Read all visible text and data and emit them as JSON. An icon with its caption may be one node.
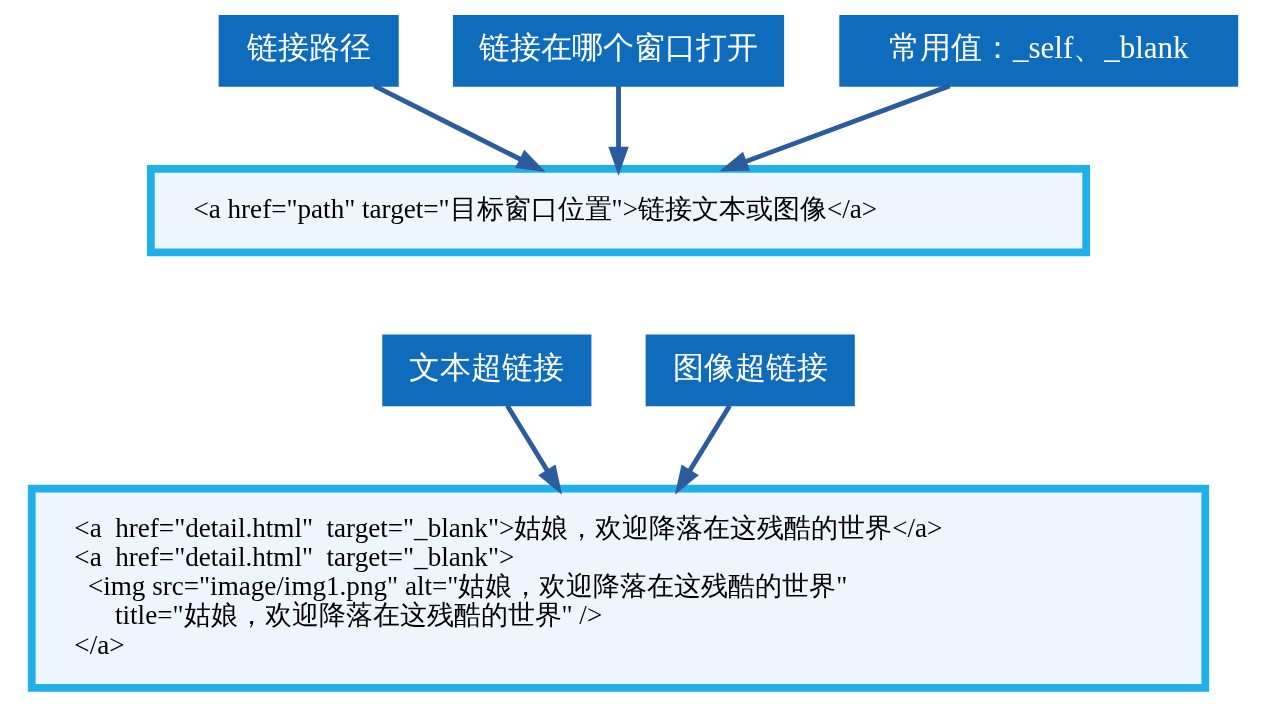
{
  "diagram": {
    "nodes": [
      {
        "text": [
          "链接路径"
        ]
      },
      {
        "text": [
          "链接在哪个窗口打开"
        ]
      },
      {
        "text": [
          "常用值：_self、_blank"
        ]
      },
      {
        "text": [
          "<a href=\"path\" target=\"目标窗口位置\">链接文本或图像</a>"
        ]
      },
      {
        "text": [
          "文本超链接"
        ]
      },
      {
        "text": [
          "图像超链接"
        ]
      },
      {
        "text": [
          "<a  href=\"detail.html\"  target=\"_blank\">姑娘，欢迎降落在这残酷的世界</a>",
          "<a  href=\"detail.html\"  target=\"_blank\">",
          "<img src=\"image/img1.png\" alt=\"姑娘，欢迎降落在这残酷的世界\"",
          "title=\"姑娘，欢迎降落在这残酷的世界\" />",
          "</a>"
        ]
      }
    ],
    "edges": [
      {
        "from": 0,
        "to": 3,
        "arrow": "to"
      },
      {
        "from": 1,
        "to": 3,
        "arrow": "to"
      },
      {
        "from": 2,
        "to": 3,
        "arrow": "to"
      },
      {
        "from": 4,
        "to": 6,
        "arrow": "to"
      },
      {
        "from": 5,
        "to": 6,
        "arrow": "to"
      }
    ]
  }
}
